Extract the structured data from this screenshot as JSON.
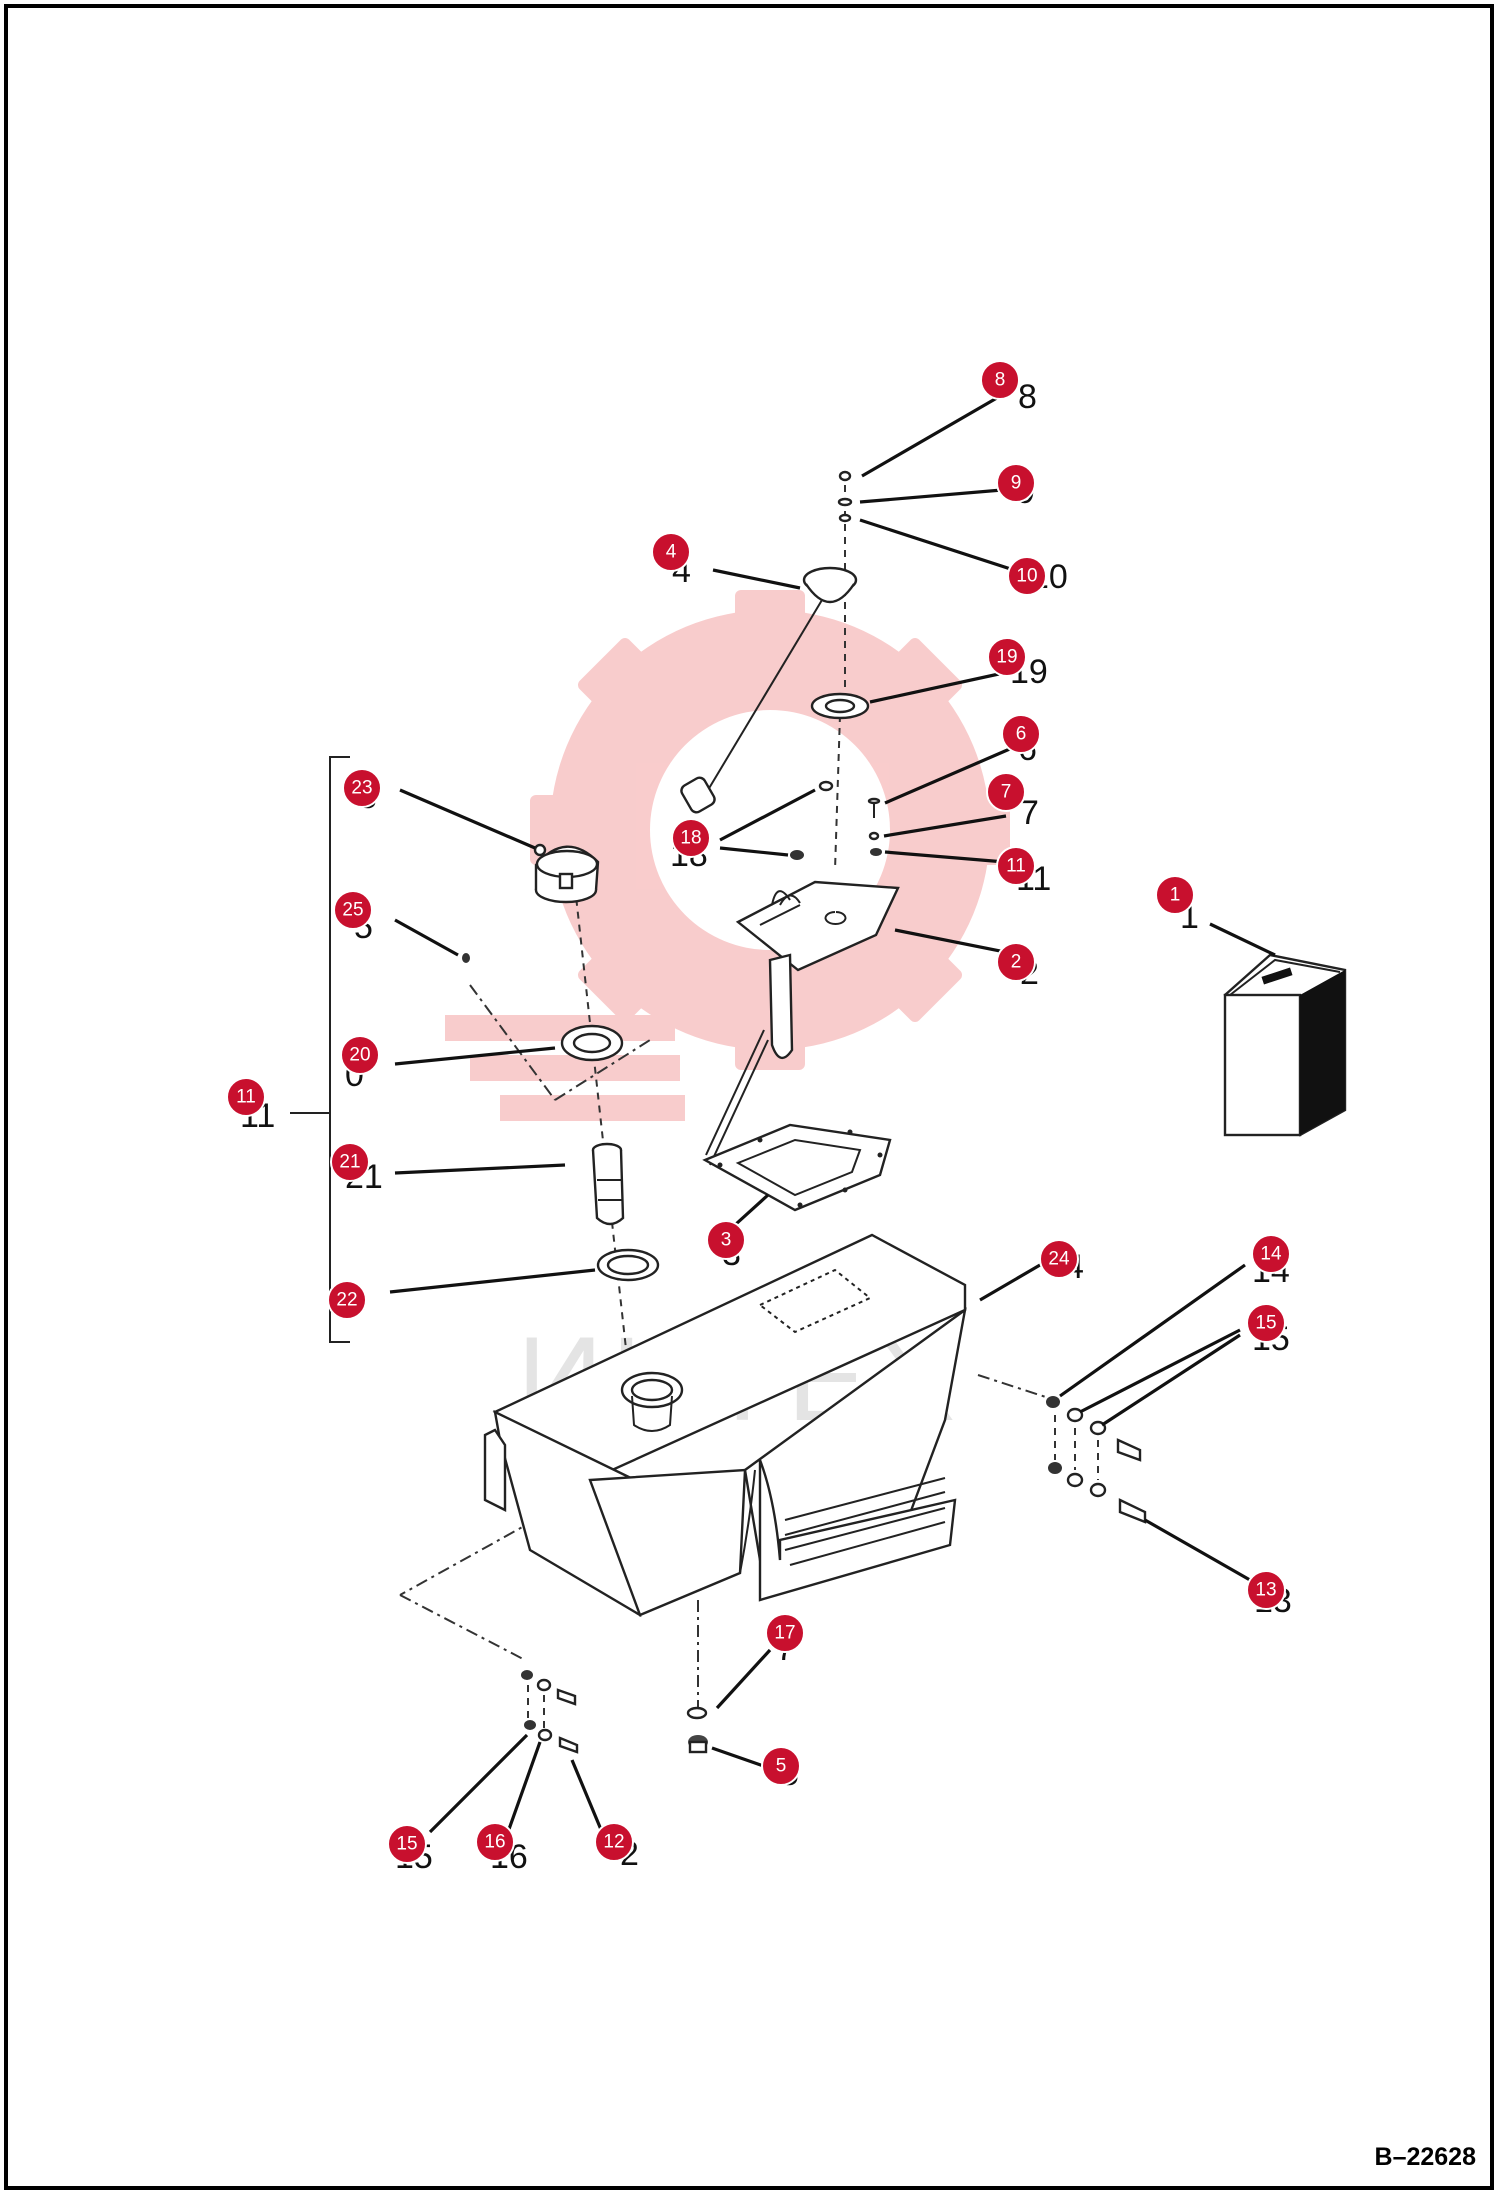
{
  "reference_code": "B–22628",
  "watermark": {
    "text": "ИНТЕХ",
    "color": "#f4a3a3"
  },
  "callout_color": "#c8102e",
  "callouts": [
    {
      "id": "c8",
      "label": "8"
    },
    {
      "id": "c9",
      "label": "9"
    },
    {
      "id": "c10",
      "label": "10"
    },
    {
      "id": "c4",
      "label": "4"
    },
    {
      "id": "c19",
      "label": "19"
    },
    {
      "id": "c6",
      "label": "6"
    },
    {
      "id": "c7",
      "label": "7"
    },
    {
      "id": "c11a",
      "label": "11"
    },
    {
      "id": "c18",
      "label": "18"
    },
    {
      "id": "c23",
      "label": "23"
    },
    {
      "id": "c1",
      "label": "1"
    },
    {
      "id": "c25",
      "label": "25"
    },
    {
      "id": "c2",
      "label": "2"
    },
    {
      "id": "c20",
      "label": "20"
    },
    {
      "id": "c11b",
      "label": "11"
    },
    {
      "id": "c21",
      "label": "21"
    },
    {
      "id": "c3",
      "label": "3"
    },
    {
      "id": "c24",
      "label": "24"
    },
    {
      "id": "c14",
      "label": "14"
    },
    {
      "id": "c22",
      "label": "22"
    },
    {
      "id": "c15a",
      "label": "15"
    },
    {
      "id": "c13",
      "label": "13"
    },
    {
      "id": "c17",
      "label": "17"
    },
    {
      "id": "c5",
      "label": "5"
    },
    {
      "id": "c15b",
      "label": "15"
    },
    {
      "id": "c16",
      "label": "16"
    },
    {
      "id": "c12",
      "label": "12"
    }
  ]
}
